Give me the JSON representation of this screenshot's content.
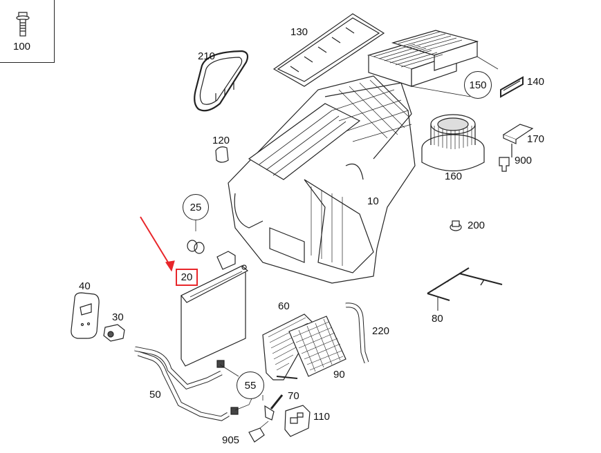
{
  "diagram": {
    "title_hint": "",
    "highlight_color": "#e8262a",
    "line_color": "#222222",
    "highlighted_part": "20",
    "labels": {
      "p100": "100",
      "p210": "210",
      "p130": "130",
      "p150": "150",
      "p140": "140",
      "p170": "170",
      "p900": "900",
      "p160": "160",
      "p120": "120",
      "p10": "10",
      "p25": "25",
      "p20": "20",
      "p200": "200",
      "p40": "40",
      "p30": "30",
      "p60": "60",
      "p220": "220",
      "p90": "90",
      "p80": "80",
      "p50": "50",
      "p55": "55",
      "p70": "70",
      "p110": "110",
      "p905": "905"
    }
  }
}
